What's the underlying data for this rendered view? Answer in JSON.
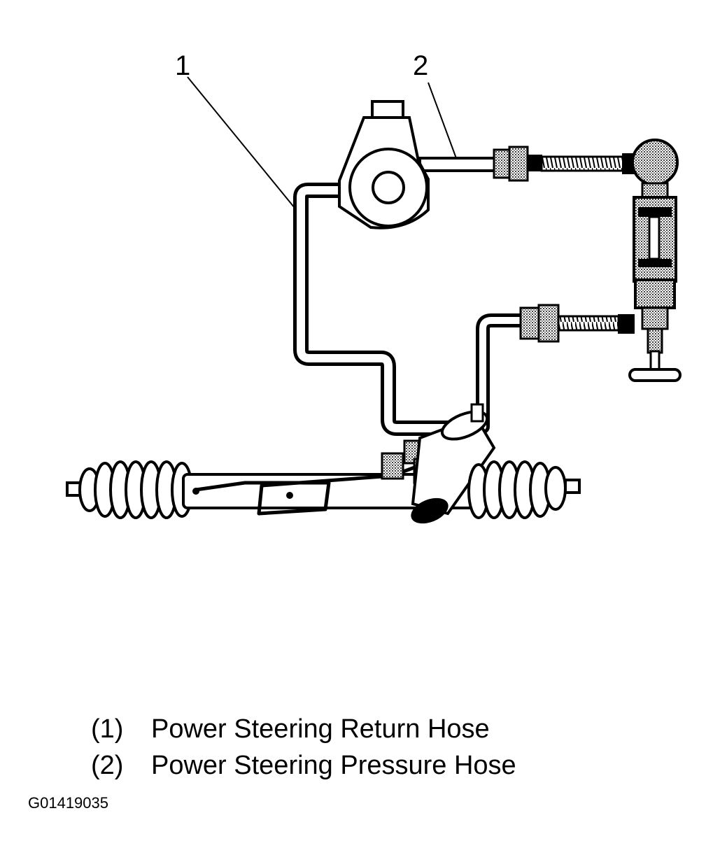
{
  "callouts": [
    {
      "number": "1"
    },
    {
      "number": "2"
    }
  ],
  "legend": [
    {
      "number": "(1)",
      "label": "Power Steering Return Hose"
    },
    {
      "number": "(2)",
      "label": "Power Steering Pressure Hose"
    }
  ],
  "figure_code": "G01419035",
  "colors": {
    "ink": "#000000",
    "paper": "#ffffff"
  }
}
